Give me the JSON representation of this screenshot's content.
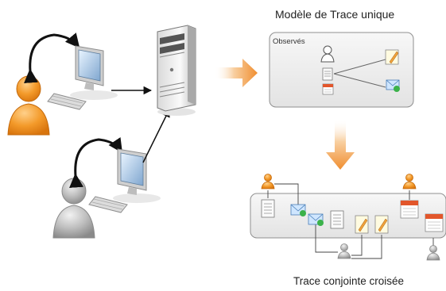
{
  "titles": {
    "unique_trace_model": "Modèle de Trace unique",
    "joint_crossed_trace": "Trace conjointe croisée"
  },
  "model_panel": {
    "label": "Observés"
  },
  "colors": {
    "user_primary": "#f39a2a",
    "user_secondary": "#a8a8a8",
    "flow_arrow": "#f2a050",
    "panel_fill": "#eeeeee",
    "panel_border": "#8f8f8f",
    "connector": "#111111"
  },
  "icons": [
    "user-orange-icon",
    "user-gray-icon",
    "workstation-icon",
    "server-tower-icon",
    "document-icon",
    "calendar-icon",
    "pencil-note-icon",
    "envelope-icon",
    "user-outline-icon",
    "cycle-arrow-icon"
  ]
}
